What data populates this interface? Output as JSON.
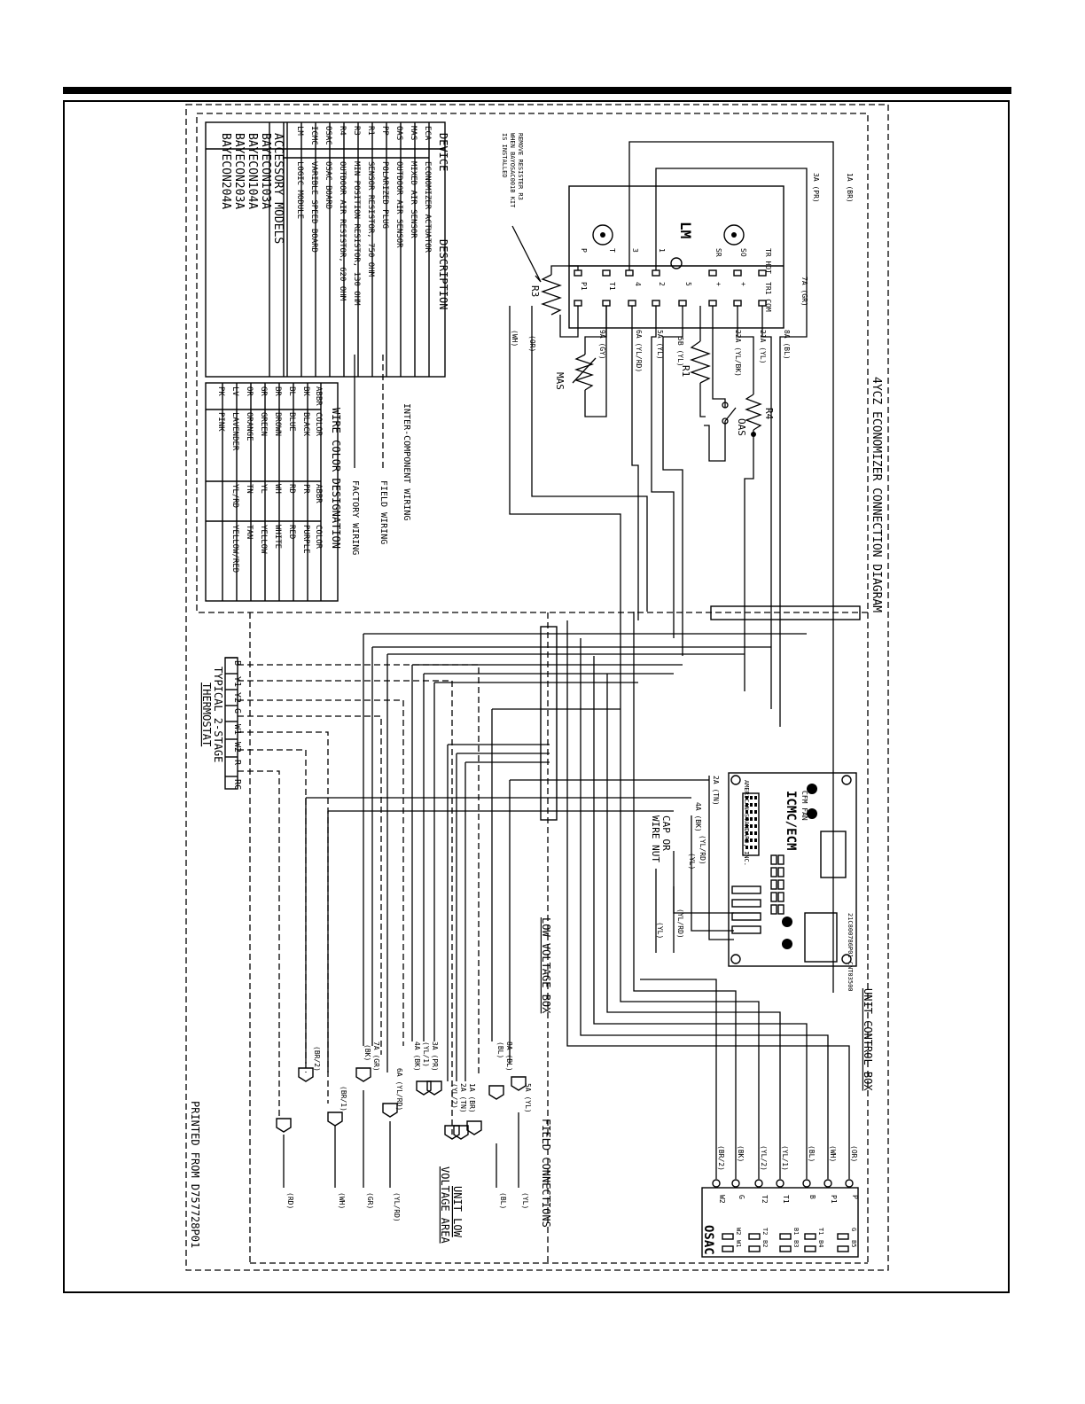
{
  "diagram": {
    "title": "4YCZ ECONOMIZER CONNECTION DIAGRAM",
    "printed_from": "PRINTED FROM D757728P01",
    "device_table": {
      "header_device": "DEVICE",
      "header_description": "DESCRIPTION",
      "rows": [
        {
          "device": "ECA",
          "description": "ECONOMIZER ACTUATOR"
        },
        {
          "device": "MAS",
          "description": "MIXED AIR SENSOR"
        },
        {
          "device": "OAS",
          "description": "OUTDOOR AIR SENSOR"
        },
        {
          "device": "PP",
          "description": "POLARIZED PLUG"
        },
        {
          "device": "R1",
          "description": "SENSOR RESISTOR, 750 OHM"
        },
        {
          "device": "R3",
          "description": "MIN POSITION RESISTOR, 130 OHM"
        },
        {
          "device": "R4",
          "description": "OUTDOOR AIR RESISTOR, 620 OHM"
        },
        {
          "device": "OSAC",
          "description": "OSAC BOARD"
        },
        {
          "device": "ICMC",
          "description": "VARIBLE SPEED BOARD"
        },
        {
          "device": "LM",
          "description": "LOGIC MODULE"
        }
      ],
      "accessory_header": "ACCESSORY MODELS",
      "accessory_models": [
        "BAYECON103A",
        "BAYECON104A",
        "BAYECON203A",
        "BAYECON204A"
      ]
    },
    "wiring_legend": {
      "inter_component": "INTER-COMPONENT WIRING",
      "field": "FIELD WIRING",
      "factory": "FACTORY WIRING"
    },
    "wire_color_table": {
      "title": "WIRE COLOR DESIGNATION",
      "headers": [
        "ABBR",
        "COLOR",
        "ABBR",
        "COLOR"
      ],
      "rows": [
        [
          "BK",
          "BLACK",
          "PR",
          "PURPLE"
        ],
        [
          "BL",
          "BLUE",
          "RD",
          "RED"
        ],
        [
          "BR",
          "BROWN",
          "WH",
          "WHITE"
        ],
        [
          "GR",
          "GREEN",
          "YL",
          "YELLOW"
        ],
        [
          "OR",
          "ORANGE",
          "TN",
          "TAN"
        ],
        [
          "LV",
          "LAVENDER",
          "YL/RD",
          "YELLOW/RED"
        ],
        [
          "PK",
          "PINK",
          "",
          ""
        ]
      ]
    },
    "logic_module": {
      "label": "LM",
      "note": [
        "REMOVE RESISTER R3",
        "WHEN BAYOSAC001B KIT",
        "IS INSTALLED"
      ],
      "terminals_top": [
        "TR HOT",
        "SO",
        "SR",
        "1",
        "3",
        "T",
        "P"
      ],
      "terminals_bottom": [
        "TR1 COM",
        "+",
        "+",
        "5",
        "2",
        "4",
        "T1",
        "P1"
      ],
      "resistors": [
        "R3",
        "R1",
        "R4"
      ],
      "sensors": [
        "MAS",
        "OAS"
      ]
    },
    "wire_labels": [
      "1A (BR)",
      "3A (PR)",
      "7A (GR)",
      "8A (BL)",
      "21A (YL)",
      "22A (YL/BK)",
      "5B (YL)",
      "5A (YL)",
      "6A (YL/RD)",
      "9A (GY)",
      "(OR)",
      "(WH)"
    ],
    "icmc_board": {
      "maker": "AMERICAN STANDARD, INC.",
      "model": "ICMC/ECM",
      "sub": "CFM FAN",
      "part": "21C800786P01 CNT03500",
      "wire_labels": [
        "2A (TN)",
        "4A (BK)",
        "(YL/RD)",
        "(YL)",
        "(YL/RD)",
        "(YL)"
      ],
      "cap_note": [
        "CAP OR",
        "WIRE NUT"
      ]
    },
    "thermostat": {
      "label": [
        "TYPICAL 2-STAGE",
        "THERMOSTAT"
      ],
      "terminals": [
        "B",
        "Y1",
        "Y2",
        "G",
        "W1",
        "W2",
        "R",
        "RC"
      ]
    },
    "areas": {
      "unit_control_box": "UNIT CONTROL BOX",
      "low_voltage_box": "LOW VOLTAGE BOX",
      "unit_low_voltage_area": [
        "UNIT LOW",
        "VOLTAGE AREA"
      ],
      "field_connections": "FIELD CONNECTIONS"
    },
    "plug_labels": [
      "(BR/2)",
      "7A (GR)",
      "(BK)",
      "3A (PR)",
      "(YL/1)",
      "4A (BK)",
      "8A (BL)",
      "(BL)",
      "1A (BR)",
      "2A (TN)",
      "(YL/2)",
      "5A (YL)",
      "(BR/1)",
      "6A (YL/RD)"
    ],
    "field_wire_colors": [
      "(YL)",
      "(BL)",
      "(YL/RD)",
      "(GR)",
      "(WH)",
      "(RD)"
    ],
    "osac": {
      "label": "OSAC",
      "wires": [
        "(OR)",
        "(WH)",
        "(BL)",
        "(YL/1)",
        "(YL/2)",
        "(BK)",
        "(BR/2)",
        "(BR/1)"
      ],
      "terminals": [
        "P",
        "P1",
        "B",
        "T1",
        "T2",
        "G",
        "W2",
        "W1"
      ],
      "board_labels": [
        "G",
        "B5",
        "T1",
        "B4",
        "B1",
        "B3",
        "T2",
        "B2",
        "W2",
        "W1"
      ]
    }
  }
}
